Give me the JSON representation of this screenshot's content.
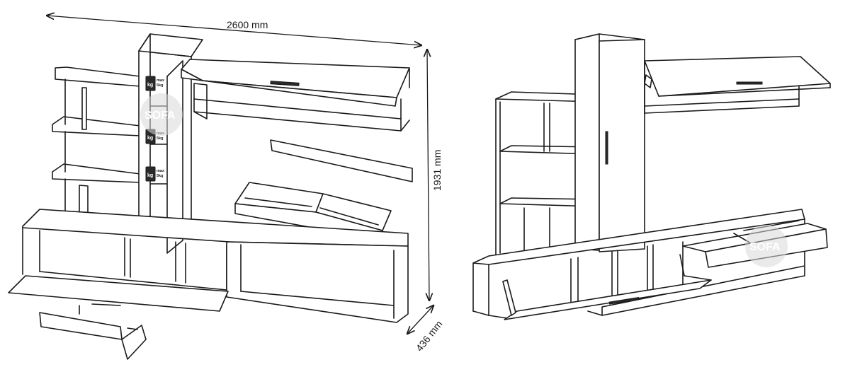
{
  "dimensions": {
    "width_label": "2600 mm",
    "height_label": "1931 mm",
    "depth_label": "436 mm"
  },
  "weight_badges": [
    {
      "unit": "kg",
      "line1": "max",
      "line2": "5kg"
    },
    {
      "unit": "kg",
      "line1": "max",
      "line2": "5kg"
    },
    {
      "unit": "kg",
      "line1": "max",
      "line2": "5kg"
    }
  ],
  "watermark": {
    "text": "SOFA",
    "color": "#d9d9d9"
  },
  "colors": {
    "line": "#1a1a1a",
    "background": "#ffffff"
  }
}
